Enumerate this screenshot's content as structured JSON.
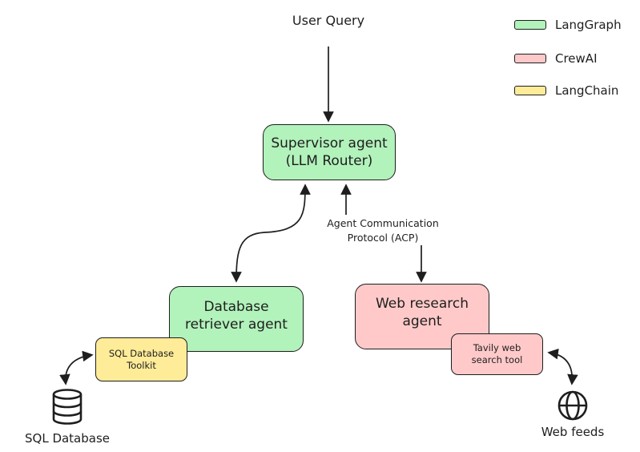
{
  "input": {
    "label": "User Query"
  },
  "supervisor": {
    "line1": "Supervisor agent",
    "line2": "(LLM Router)"
  },
  "protocol": {
    "line1": "Agent Communication",
    "line2": "Protocol (ACP)"
  },
  "db_agent": {
    "line1": "Database",
    "line2": "retriever agent"
  },
  "db_tool": {
    "line1": "SQL Database",
    "line2": "Toolkit"
  },
  "db_store": {
    "label": "SQL Database",
    "icon": "database-icon"
  },
  "web_agent": {
    "line1": "Web research",
    "line2": "agent"
  },
  "web_tool": {
    "line1": "Tavily web",
    "line2": "search tool"
  },
  "web_source": {
    "label": "Web feeds",
    "icon": "globe-icon"
  },
  "legend": [
    {
      "label": "LangGraph",
      "color": "#b2f2bb"
    },
    {
      "label": "CrewAI",
      "color": "#ffc9c9"
    },
    {
      "label": "LangChain",
      "color": "#ffec99"
    }
  ],
  "colors": {
    "green": "#b2f2bb",
    "pink": "#ffc9c9",
    "yellow": "#ffec99",
    "stroke": "#1e1e1e"
  }
}
